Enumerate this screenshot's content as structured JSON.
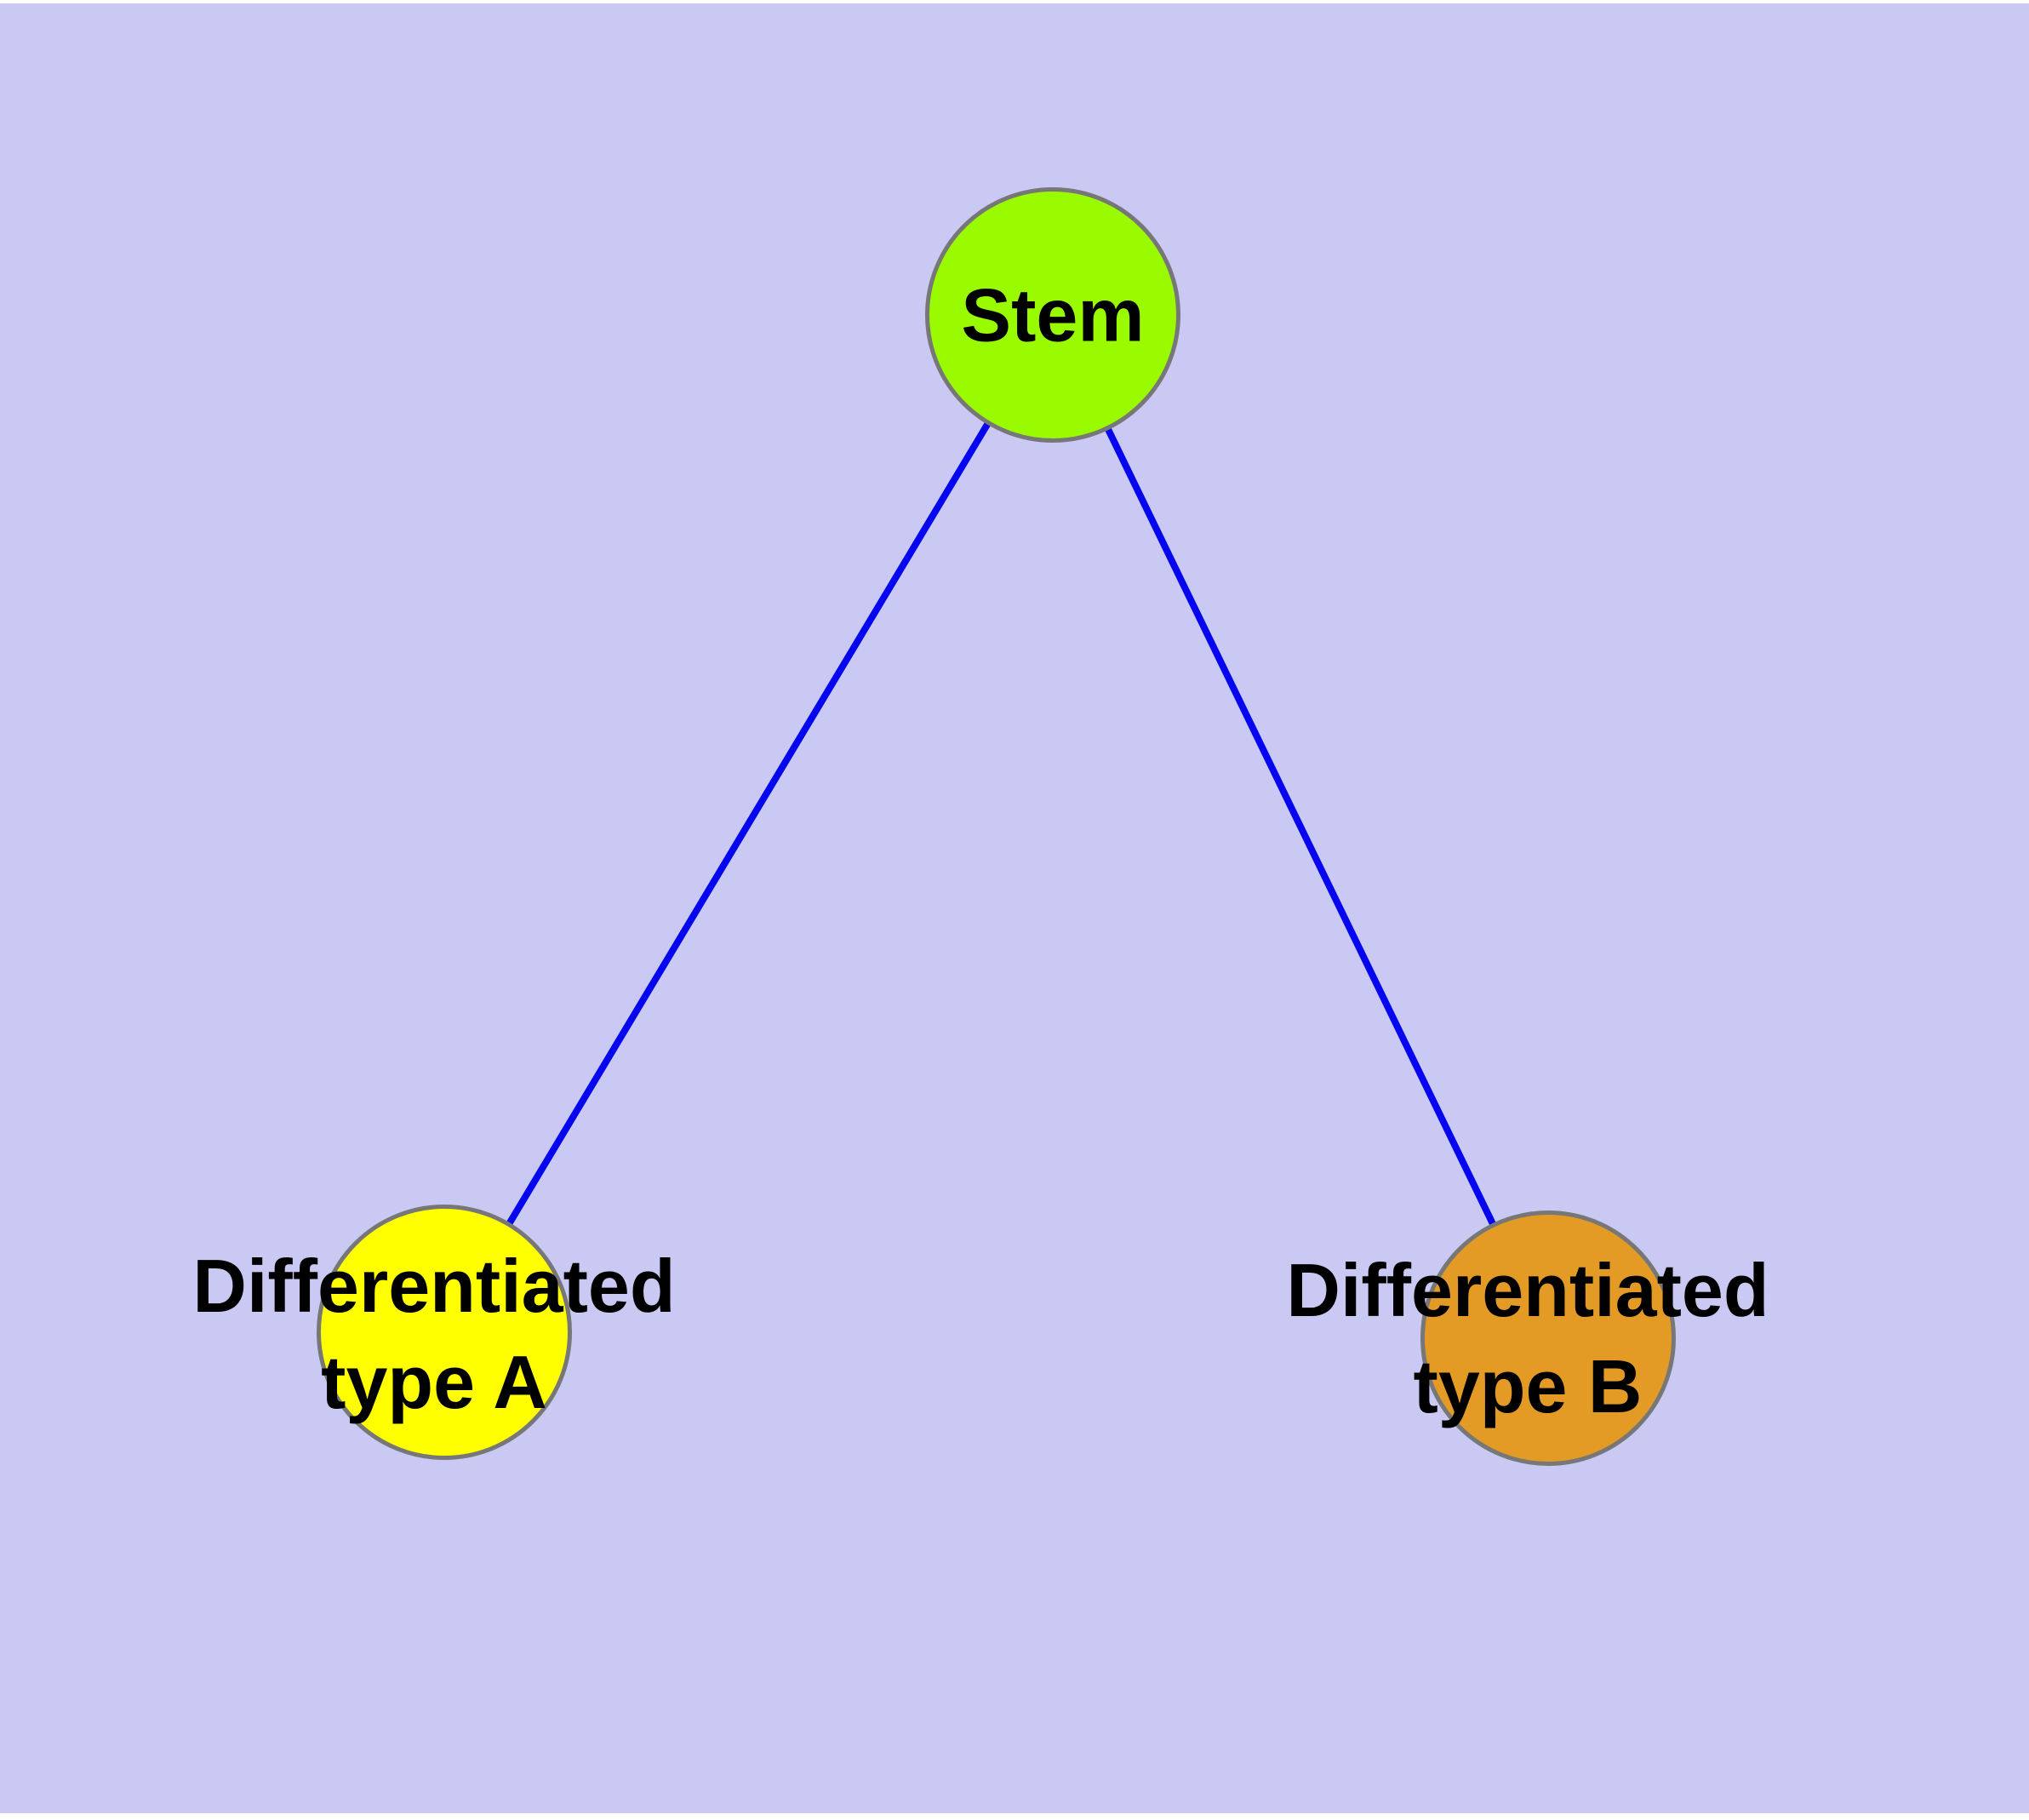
{
  "diagram": {
    "background_color": "#C9C9F3",
    "edge_color": "#0505EF",
    "node_border_color": "#777777",
    "nodes": [
      {
        "id": "stem",
        "label": "Stem",
        "fill": "#9AFB00"
      },
      {
        "id": "typeA",
        "label_line1": "Differentiated",
        "label_line2": "type A",
        "fill": "#FFFF00"
      },
      {
        "id": "typeB",
        "label_line1": "Differentiated",
        "label_line2": "type B",
        "fill": "#E49B26"
      }
    ],
    "edges": [
      {
        "from": "Stem",
        "to": "Differentiated type A"
      },
      {
        "from": "Stem",
        "to": "Differentiated type B"
      }
    ]
  }
}
